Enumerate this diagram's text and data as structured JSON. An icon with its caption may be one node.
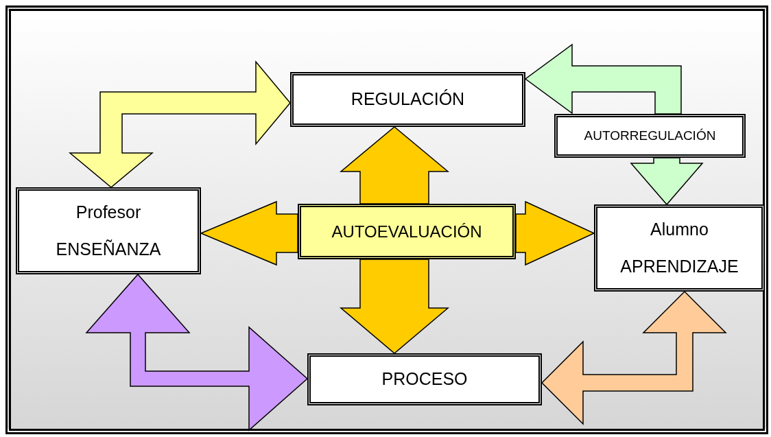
{
  "diagram": {
    "nodes": [
      {
        "text": [
          "REGULACIÓN"
        ]
      },
      {
        "text": [
          "AUTORREGULACIÓN"
        ]
      },
      {
        "text": [
          "Profesor",
          "ENSEÑANZA"
        ]
      },
      {
        "text": [
          "AUTOEVALUACIÓN"
        ]
      },
      {
        "text": [
          "Alumno",
          "APRENDIZAJE"
        ]
      },
      {
        "text": [
          "PROCESO"
        ]
      }
    ],
    "edges": [
      {
        "from": 2,
        "to": 0,
        "arrow": "both",
        "color": "#ffff99"
      },
      {
        "from": 1,
        "to": 0,
        "arrow": "to",
        "color": "#ccffcc"
      },
      {
        "from": 1,
        "to": 4,
        "arrow": "to",
        "color": "#ccffcc"
      },
      {
        "from": 3,
        "to": 0,
        "arrow": "to",
        "color": "#ffcc00"
      },
      {
        "from": 3,
        "to": 2,
        "arrow": "to",
        "color": "#ffcc00"
      },
      {
        "from": 3,
        "to": 4,
        "arrow": "to",
        "color": "#ffcc00"
      },
      {
        "from": 3,
        "to": 5,
        "arrow": "to",
        "color": "#ffcc00"
      },
      {
        "from": 2,
        "to": 5,
        "arrow": "both",
        "color": "#cc99ff"
      },
      {
        "from": 4,
        "to": 5,
        "arrow": "both",
        "color": "#ffcc99"
      }
    ]
  }
}
